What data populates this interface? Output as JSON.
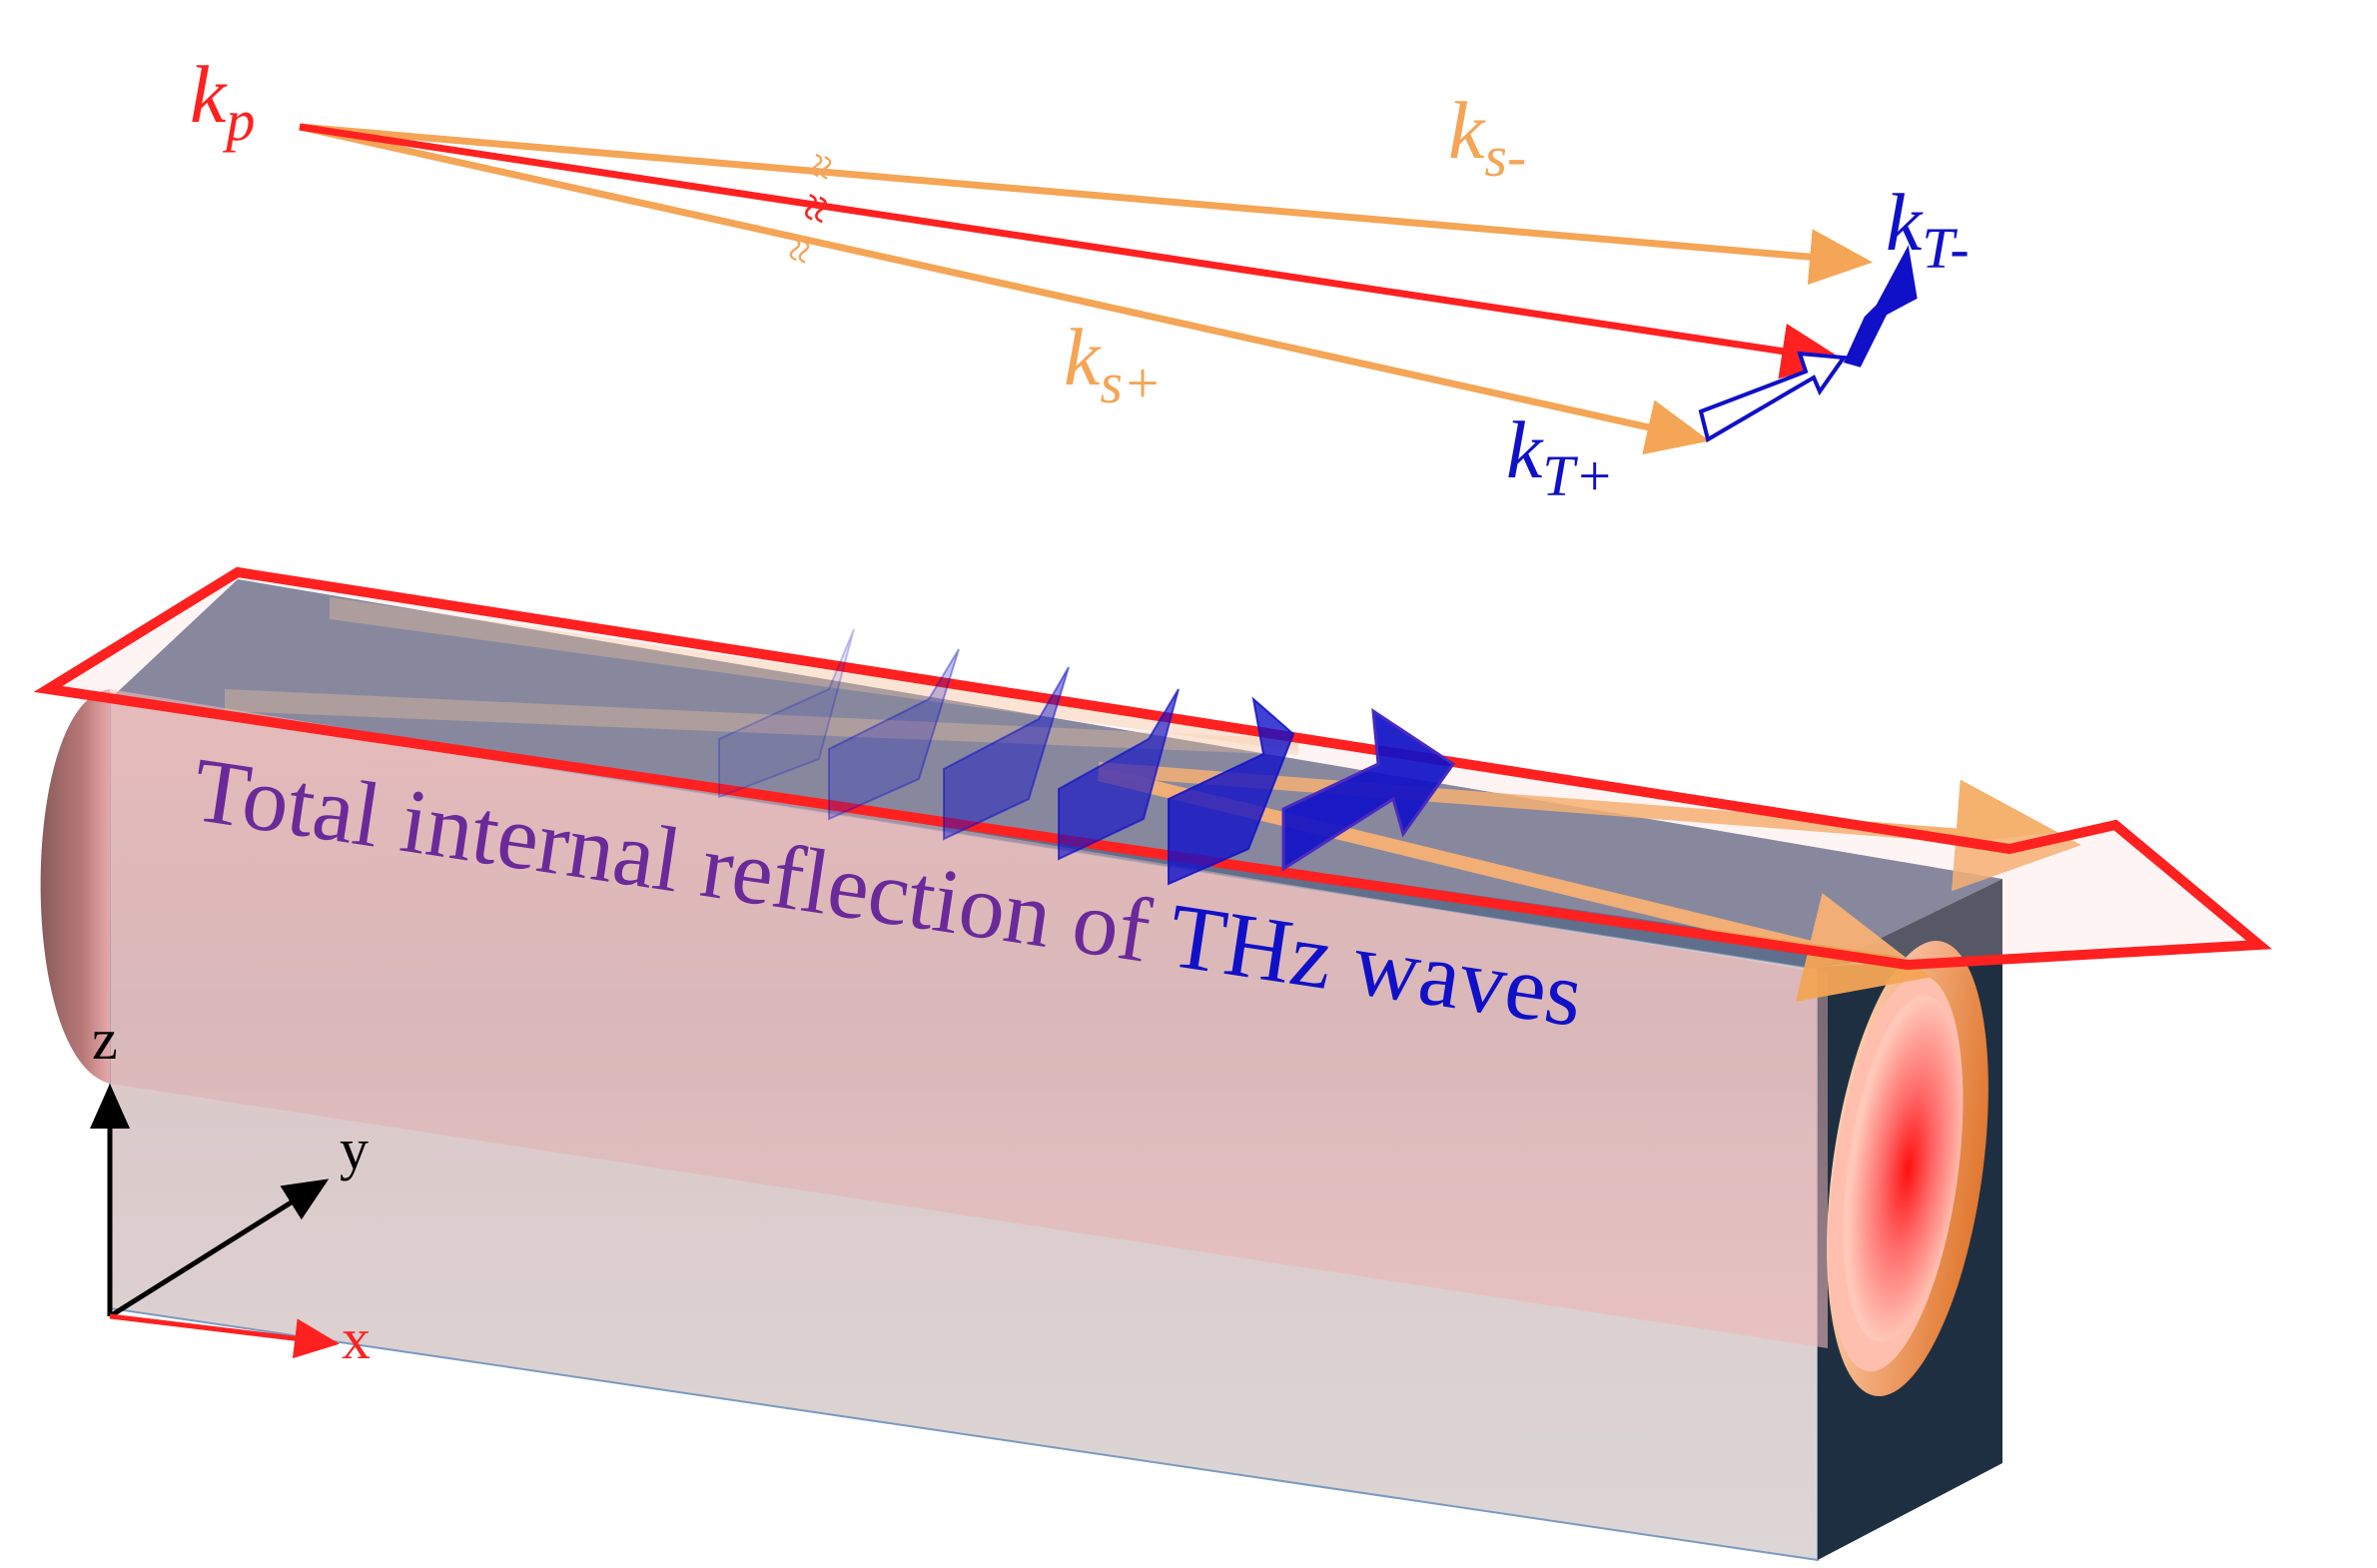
{
  "colors": {
    "pump": "#ff2020",
    "signal": "#f4a555",
    "thz": "#1010c8",
    "caption_purple": "#6a2a9a",
    "caption_blue": "#1010c8",
    "crystal_top": "#5f6f8c",
    "crystal_end": "#1f2f42",
    "axis_black": "#000000",
    "axis_x": "#ff2020"
  },
  "vectors": {
    "kp": {
      "main": "k",
      "sub": "p"
    },
    "ks_minus": {
      "main": "k",
      "sub": "s-"
    },
    "ks_plus": {
      "main": "k",
      "sub": "s+"
    },
    "kT_minus": {
      "main": "k",
      "sub": "T-"
    },
    "kT_plus": {
      "main": "k",
      "sub": "T+"
    }
  },
  "break_marks": "≈",
  "caption": {
    "part1": "Total internal reflection of ",
    "part2": "THz waves"
  },
  "axes": {
    "z": "z",
    "y": "y",
    "x": "x"
  }
}
